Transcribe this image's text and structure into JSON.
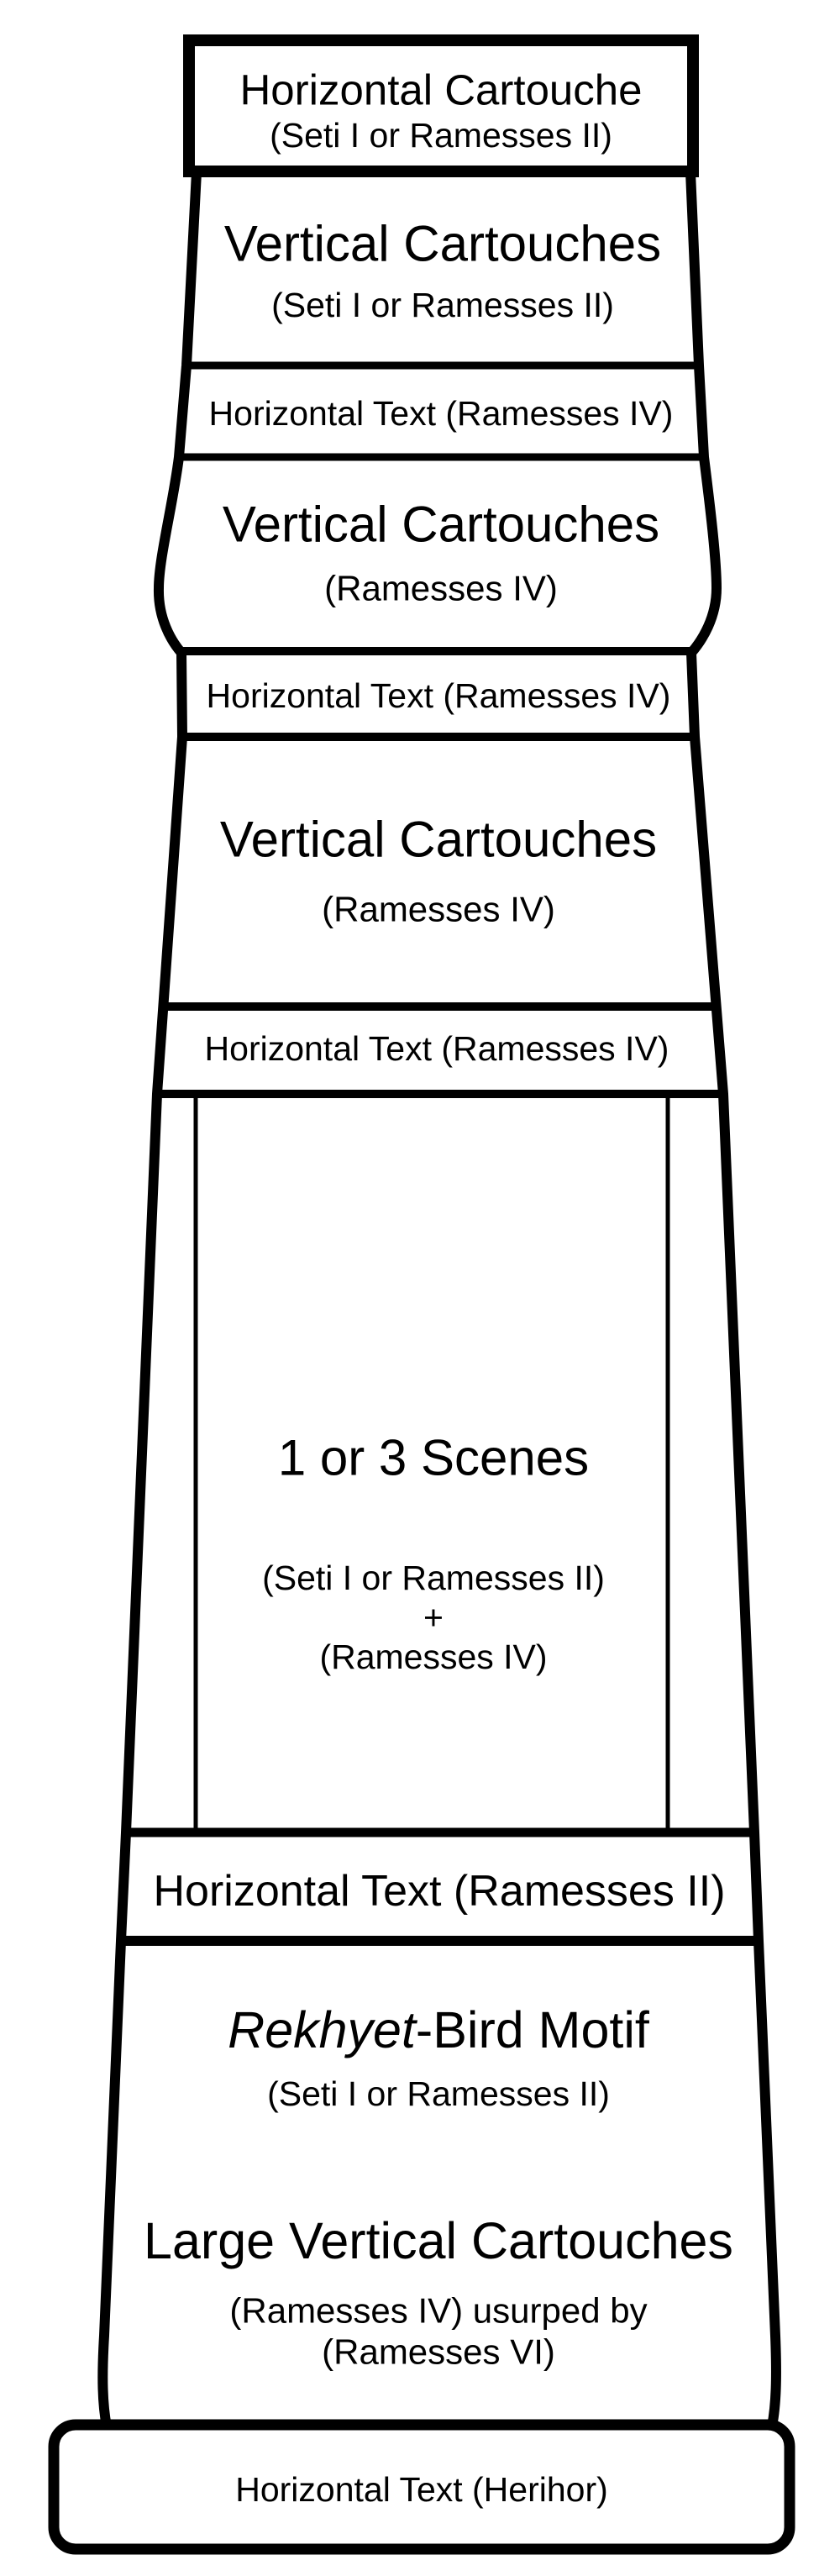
{
  "colors": {
    "ink": "#000000",
    "paper": "#ffffff"
  },
  "column": {
    "top_box": {
      "title": "Horizontal Cartouche",
      "subtitle": "(Seti I or Ramesses II)"
    },
    "capital_upper": {
      "title": "Vertical Cartouches",
      "subtitle": "(Seti I or Ramesses II)"
    },
    "band_1": {
      "text": "Horizontal Text (Ramesses IV)"
    },
    "capital_lower": {
      "title": "Vertical Cartouches",
      "subtitle": "(Ramesses IV)"
    },
    "band_2": {
      "text": "Horizontal Text (Ramesses IV)"
    },
    "shaft_upper": {
      "title": "Vertical Cartouches",
      "subtitle": "(Ramesses IV)"
    },
    "band_3": {
      "text": "Horizontal Text (Ramesses IV)"
    },
    "scenes": {
      "title": "1 or 3 Scenes",
      "attribution_1": "(Seti I or Ramesses II)",
      "plus": "+",
      "attribution_2": "(Ramesses IV)"
    },
    "band_4": {
      "text": "Horizontal Text (Ramesses II)"
    },
    "shaft_lower": {
      "rekhyet_italic": "Rekhyet",
      "rekhyet_rest": "-Bird Motif",
      "rekhyet_subtitle": "(Seti I or Ramesses II)",
      "cartouches_title": "Large Vertical Cartouches",
      "cartouches_subtitle_1": "(Ramesses IV) usurped by",
      "cartouches_subtitle_2": "(Ramesses VI)"
    },
    "base": {
      "text": "Horizontal Text (Herihor)"
    }
  }
}
